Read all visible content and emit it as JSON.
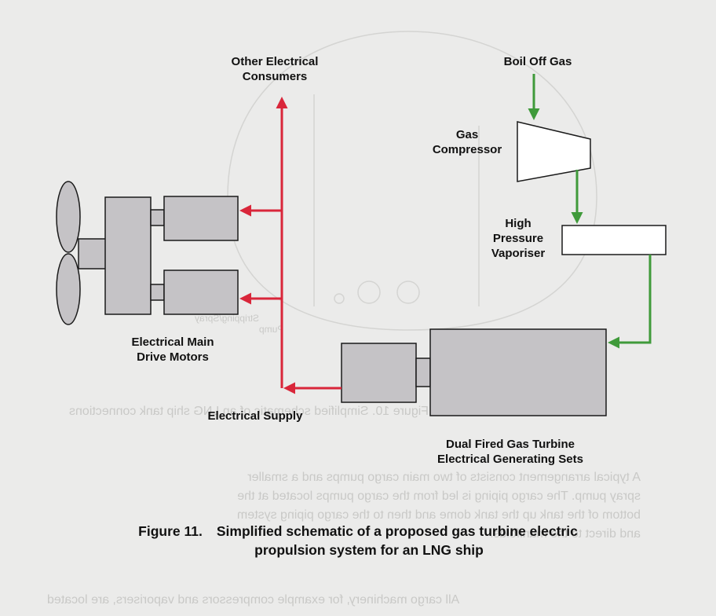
{
  "colors": {
    "background": "#ebebea",
    "component_fill": "#c5c3c6",
    "component_stroke": "#1a1a1a",
    "electrical_line": "#d9263a",
    "gas_line": "#3f9a3a",
    "ghost_text": "#c9c9c7"
  },
  "labels": {
    "other_consumers": [
      "Other Electrical",
      "Consumers"
    ],
    "boil_off_gas": "Boil Off Gas",
    "gas_compressor": [
      "Gas",
      "Compressor"
    ],
    "hp_vaporiser": [
      "High",
      "Pressure",
      "Vaporiser"
    ],
    "drive_motors": [
      "Electrical Main",
      "Drive Motors"
    ],
    "electrical_supply": "Electrical Supply",
    "gen_sets": [
      "Dual Fired Gas Turbine",
      "Electrical Generating Sets"
    ]
  },
  "caption": {
    "number": "Figure 11.",
    "line1": "Simplified schematic of a proposed gas turbine electric",
    "line2": "propulsion system for an LNG ship"
  },
  "show_through": {
    "header": "Figure 10.   Simplified schematic of an LNG ship tank connections",
    "para_lines": [
      "A typical arrangement consists of two main cargo pumps and a smaller",
      "spray pump.  The cargo piping is led from the cargo pumps located at the",
      "bottom of the tank up the tank dome and then to the cargo piping system",
      "and direct to the manifolds."
    ],
    "last_line": "All cargo machinery, for example compressors and vaporisers, are located",
    "small_labels": [
      "Stripping/Spray",
      "Pump"
    ]
  }
}
